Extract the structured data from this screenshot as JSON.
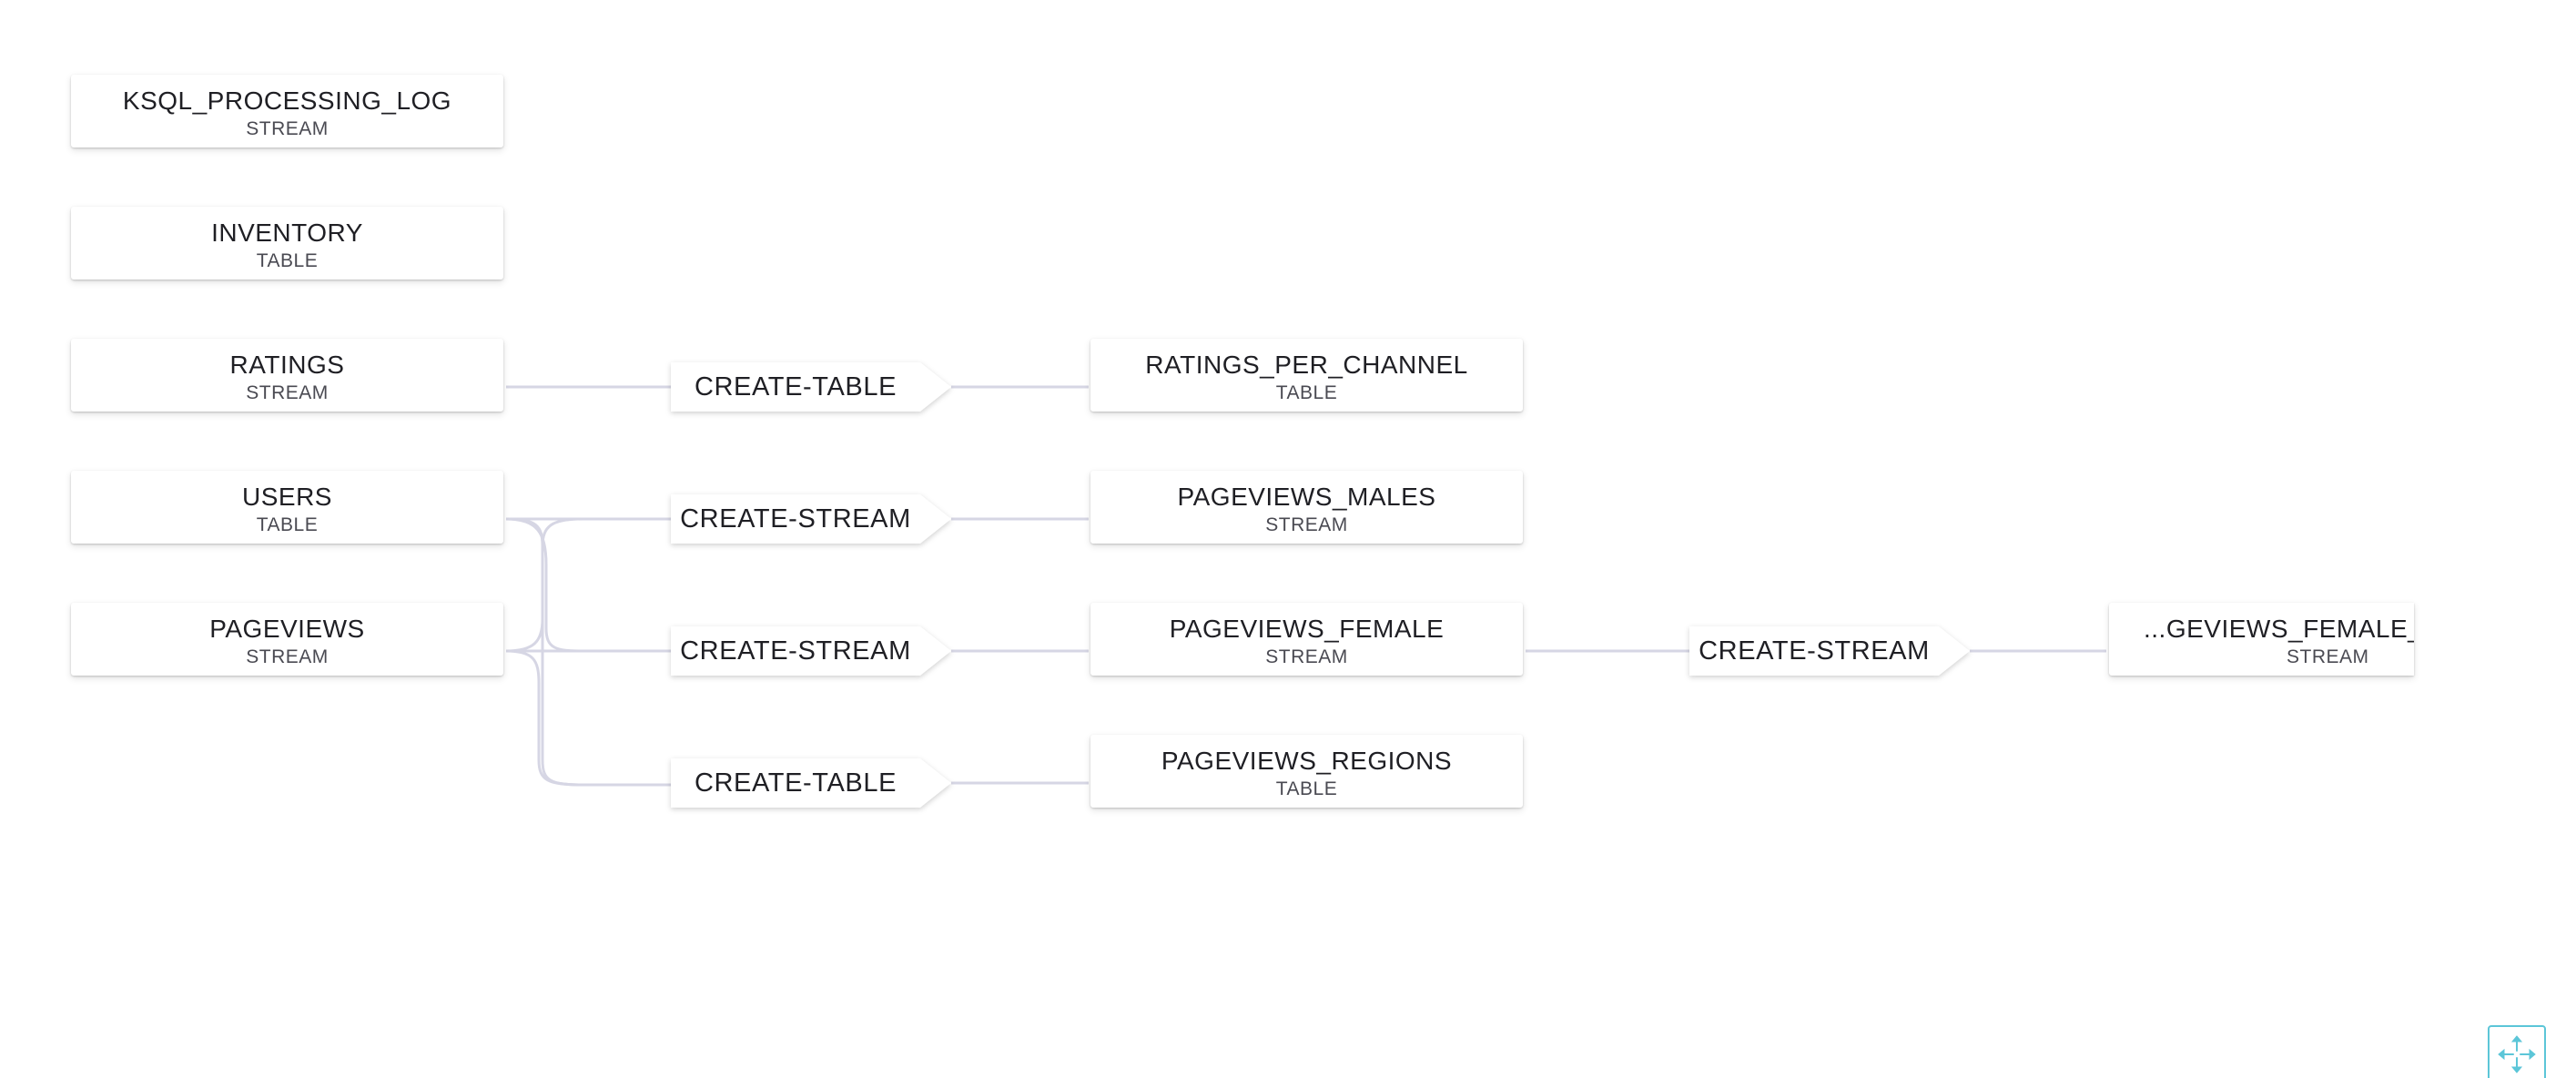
{
  "nodes": {
    "ksql_processing_log": {
      "name": "KSQL_PROCESSING_LOG",
      "kind": "STREAM"
    },
    "inventory": {
      "name": "INVENTORY",
      "kind": "TABLE"
    },
    "ratings": {
      "name": "RATINGS",
      "kind": "STREAM"
    },
    "users": {
      "name": "USERS",
      "kind": "TABLE"
    },
    "pageviews": {
      "name": "PAGEVIEWS",
      "kind": "STREAM"
    },
    "ratings_per_channel": {
      "name": "RATINGS_PER_CHANNEL",
      "kind": "TABLE"
    },
    "pageviews_males": {
      "name": "PAGEVIEWS_MALES",
      "kind": "STREAM"
    },
    "pageviews_female": {
      "name": "PAGEVIEWS_FEMALE",
      "kind": "STREAM"
    },
    "pageviews_regions": {
      "name": "PAGEVIEWS_REGIONS",
      "kind": "TABLE"
    },
    "pageviews_female_like": {
      "name": "...GEVIEWS_FEMALE_L",
      "kind": "STREAM"
    }
  },
  "operations": {
    "create_ratings_per_channel": "CREATE-TABLE",
    "create_pageviews_males": "CREATE-STREAM",
    "create_pageviews_female": "CREATE-STREAM",
    "create_pageviews_regions": "CREATE-TABLE",
    "create_pageviews_female_like": "CREATE-STREAM"
  },
  "controls": {
    "fit_view_icon": "move-arrows-icon"
  },
  "colors": {
    "edge": "#d6d6e4",
    "accent": "#5cc6d8"
  }
}
